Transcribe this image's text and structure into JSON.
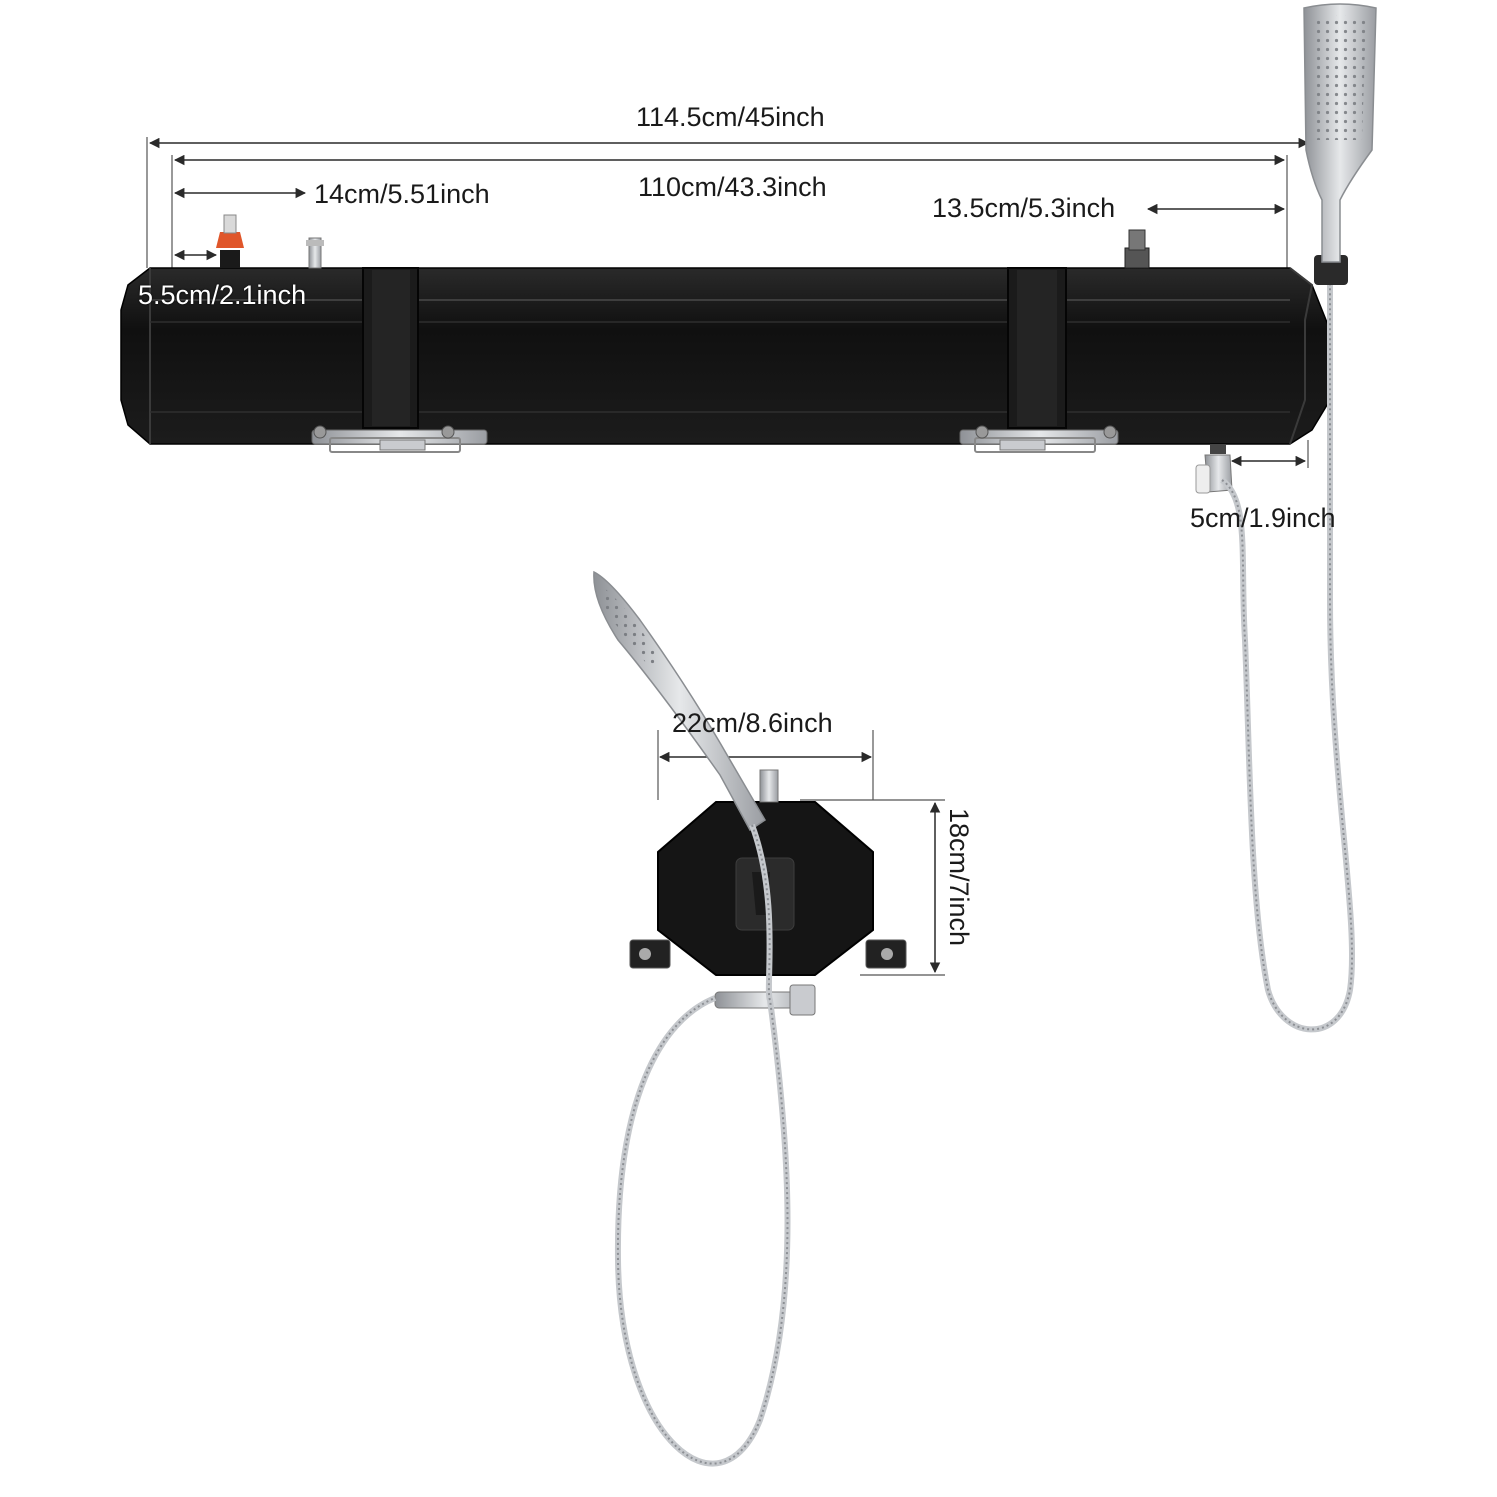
{
  "dimensions": {
    "overall_length": "114.5cm/45inch",
    "tank_length": "110cm/43.3inch",
    "left_inlet_offset": "14cm/5.51inch",
    "right_inlet_offset": "13.5cm/5.3inch",
    "left_valve_offset": "5.5cm/2.1inch",
    "outlet_offset": "5cm/1.9inch",
    "end_width": "22cm/8.6inch",
    "end_height": "18cm/7inch"
  },
  "colors": {
    "tank_body": "#151515",
    "metal": "#b9bcc0",
    "dimension_line": "#2a2a2a",
    "valve_accent": "#e0562a"
  },
  "icons": {
    "shower_head": "shower-head-icon",
    "hose": "hose-icon",
    "valve": "valve-icon",
    "mount_bracket": "mount-bracket-icon"
  }
}
